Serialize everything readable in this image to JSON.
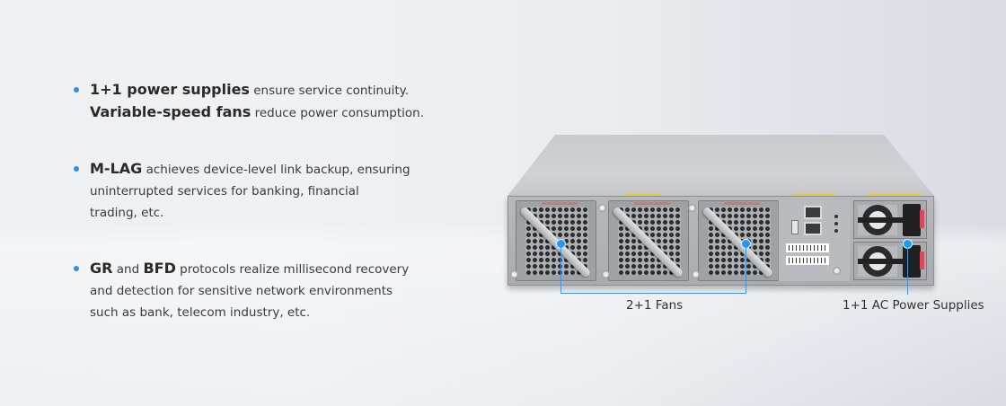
{
  "features": [
    {
      "lines": [
        {
          "bold": "1+1 power supplies",
          "text": " ensure service continuity."
        },
        {
          "bold": "Variable-speed fans",
          "text": " reduce power consumption."
        }
      ]
    },
    {
      "lines": [
        {
          "bold": "M-LAG",
          "text": " achieves device-level link backup, ensuring"
        },
        {
          "bold": "",
          "text": "uninterrupted services for banking, financial"
        },
        {
          "bold": "",
          "text": "trading, etc."
        }
      ]
    },
    {
      "lines": [
        {
          "bold": "GR",
          "text": " and "
        },
        {
          "bold": "BFD",
          "text": " protocols realize millisecond recovery"
        },
        {
          "bold": "",
          "text": "and detection for sensitive network environments"
        },
        {
          "bold": "",
          "text": "such as bank, telecom industry, etc."
        }
      ]
    }
  ],
  "device": {
    "name": "switch-rear-panel",
    "fan_count": 3,
    "psu_count": 2
  },
  "callouts": {
    "fans_label": "2+1 Fans",
    "psu_label": "1+1 AC Power Supplies"
  },
  "colors": {
    "accent": "#2e8fe0",
    "callout": "#3f95df",
    "text": "#3a3a3a"
  }
}
